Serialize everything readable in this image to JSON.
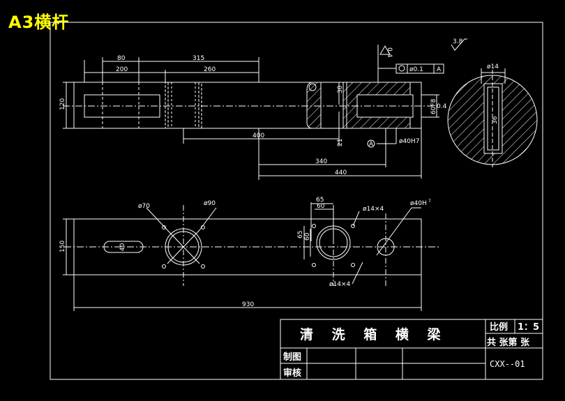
{
  "sheet": {
    "title": "A3横杆"
  },
  "front_view": {
    "dims": {
      "d80": "80",
      "d315": "315",
      "d200": "200",
      "d260": "260",
      "d120": "120",
      "d30": "30",
      "d21": "21",
      "d400": "400",
      "d340": "340",
      "d440": "440",
      "d60f8": "60F8",
      "d04": "0.4",
      "d40h7": "ø40H7",
      "datum": "A",
      "flatness_tol": "ø0.1",
      "flatness_ref": "A",
      "rough_top": "0.4",
      "rough_corner": "3.8",
      "d14": "ø14",
      "d36": "36"
    }
  },
  "top_view": {
    "dims": {
      "d70": "ø70",
      "d90": "ø90",
      "d65": "65",
      "d60": "60",
      "d14x4a": "ø14×4",
      "d40h": "ø40H",
      "d40h_sub": "7",
      "v150": "150",
      "v40": "40",
      "v65": "65",
      "v60": "60",
      "d14x4b": "ø14×4",
      "d930": "930"
    }
  },
  "title_block": {
    "name": "清 洗 箱 横 梁",
    "scale_label": "比例",
    "scale_value": "1：5",
    "sheets_label": "共 张第 张",
    "drawn": "制图",
    "checked": "审核",
    "code": "CXX--01"
  }
}
